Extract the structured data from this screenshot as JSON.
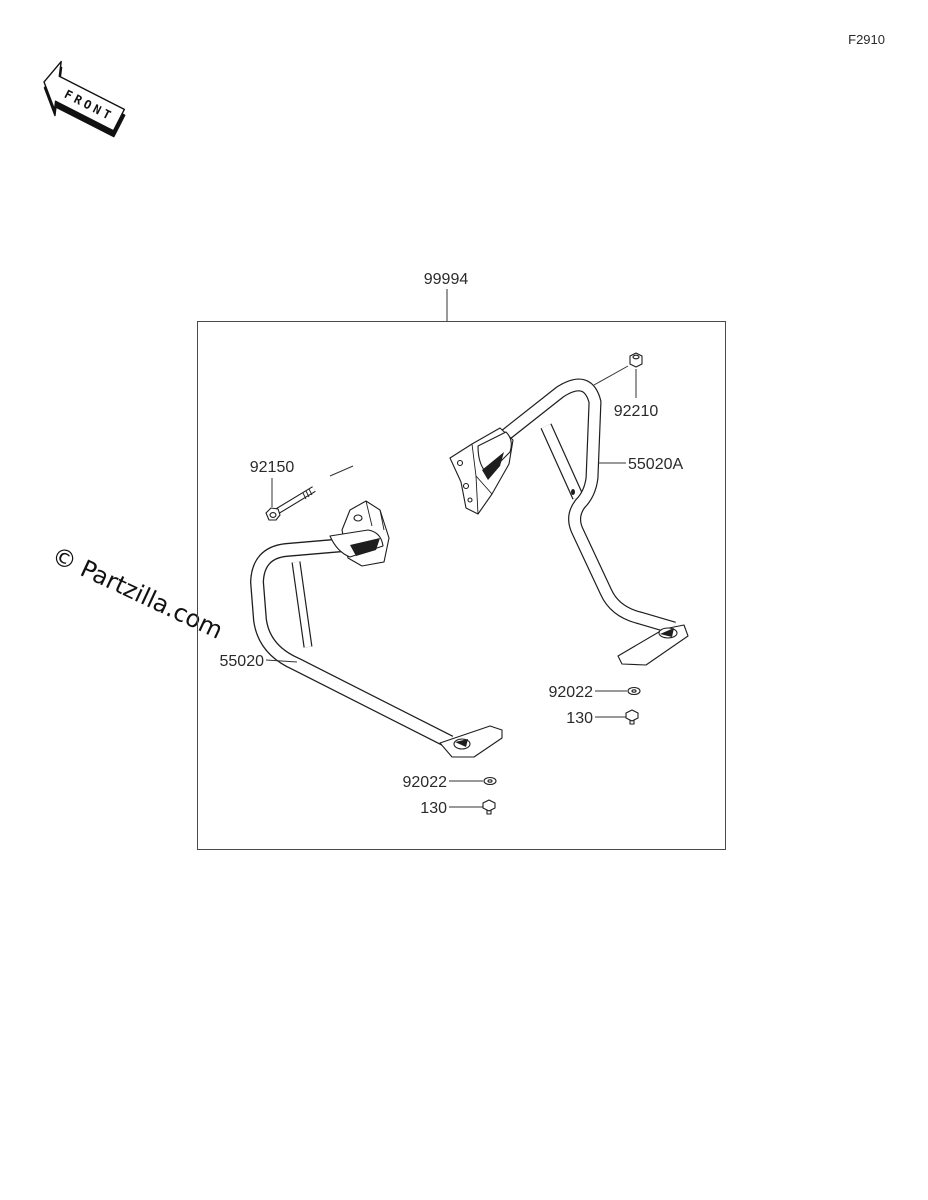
{
  "page": {
    "code": "F2910"
  },
  "front_arrow": {
    "label": "FRONT",
    "icon": "front-direction-arrow"
  },
  "assembly": {
    "part_number": "99994"
  },
  "callouts": {
    "long_bolt": "92150",
    "right_guard": "55020A",
    "nut": "92210",
    "left_guard": "55020",
    "right_washer": "92022",
    "right_bolt": "130",
    "left_washer": "92022",
    "left_bolt": "130"
  },
  "watermark": {
    "text": "© Partzilla.com"
  },
  "colors": {
    "line": "#1e1e1e",
    "frame": "#4a4a4a",
    "background": "#ffffff",
    "label": "#2a2a2a"
  }
}
